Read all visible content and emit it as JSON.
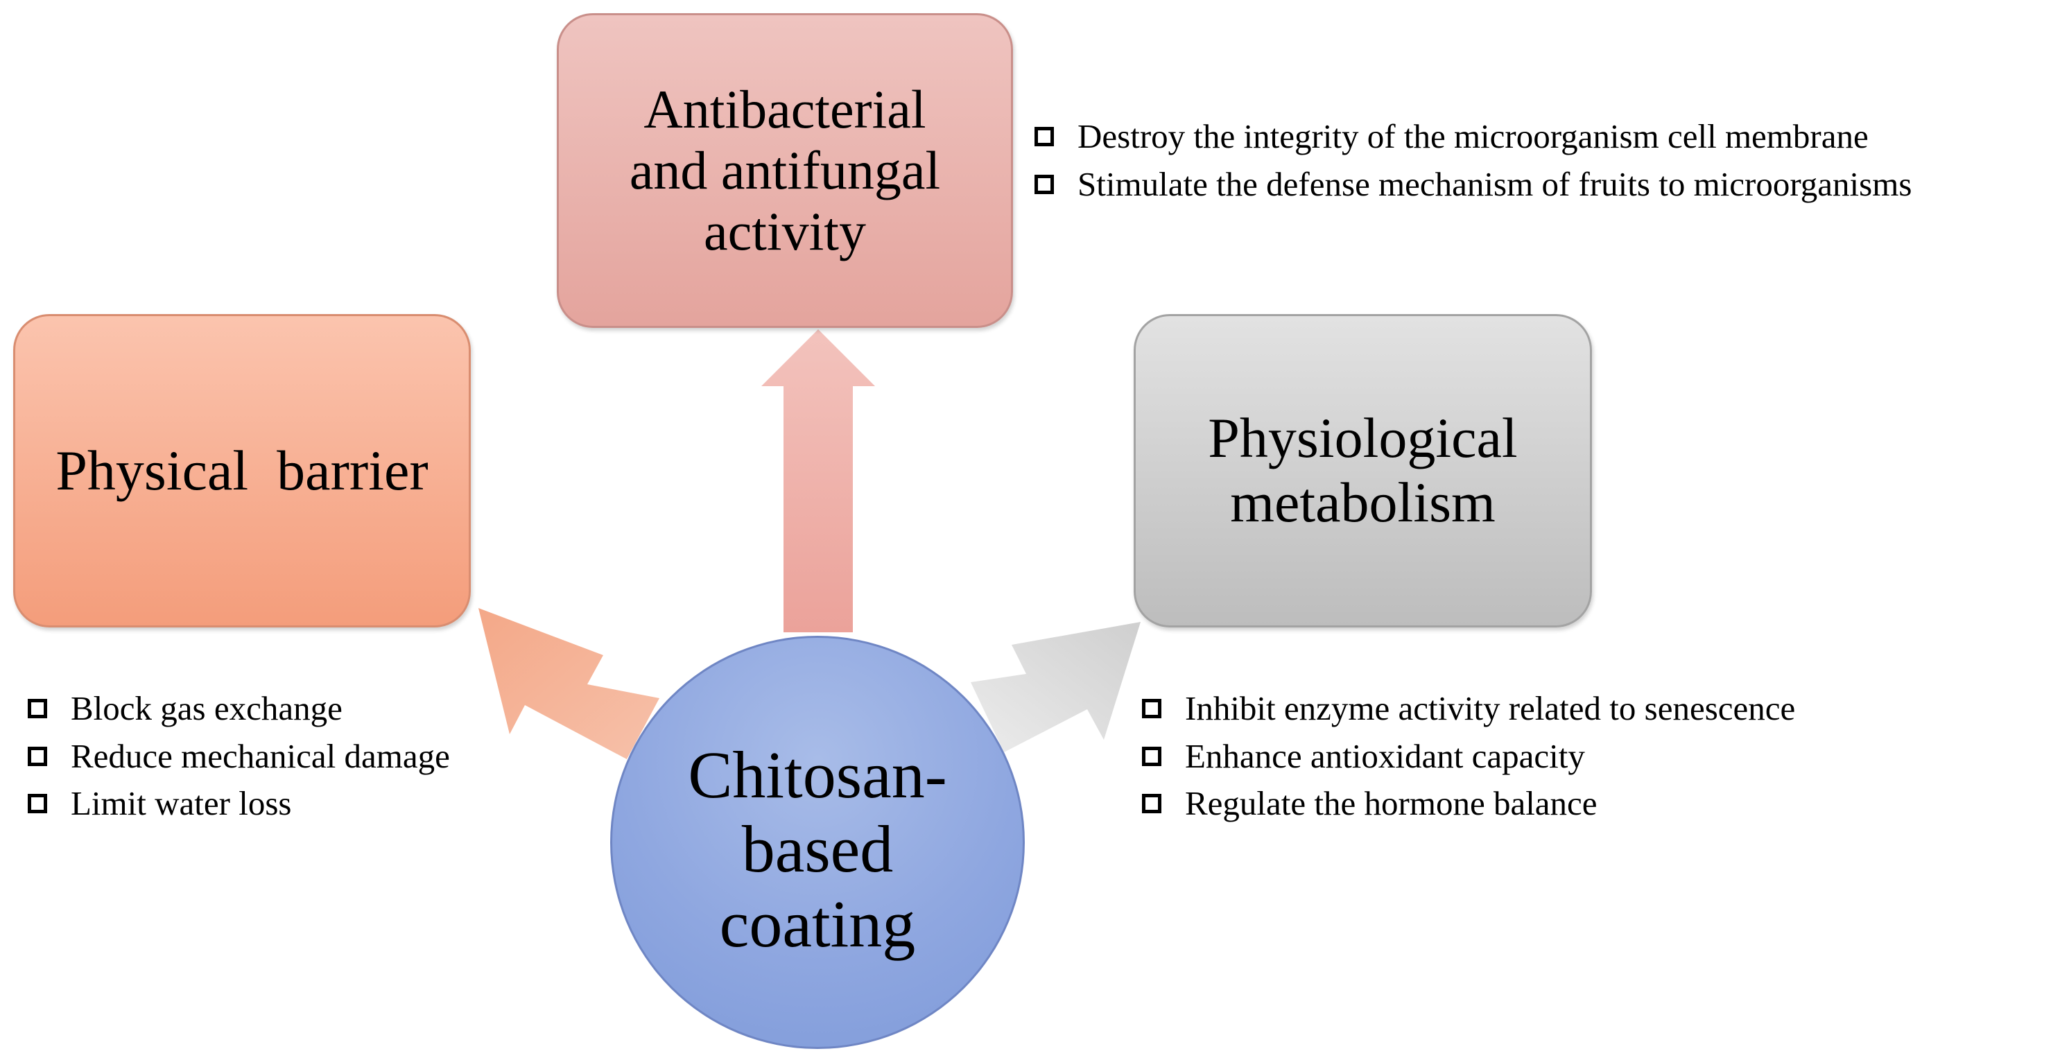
{
  "center": {
    "label": "Chitosan-\nbased\ncoating"
  },
  "branches": [
    {
      "id": "antibacterial",
      "title": "Antibacterial\nand antifungal\nactivity",
      "color": "#e8aca5",
      "items": [
        "Destroy the integrity of the microorganism cell membrane",
        "Stimulate the defense mechanism of fruits to microorganisms"
      ]
    },
    {
      "id": "physical",
      "title": "Physical  barrier",
      "color": "#f7a98a",
      "items": [
        "Block gas exchange",
        "Reduce mechanical damage",
        "Limit water loss"
      ]
    },
    {
      "id": "physiological",
      "title": "Physiological\nmetabolism",
      "color": "#c9c9c9",
      "items": [
        "Inhibit enzyme activity related to senescence",
        "Enhance antioxidant capacity",
        "Regulate the hormone balance"
      ]
    }
  ]
}
